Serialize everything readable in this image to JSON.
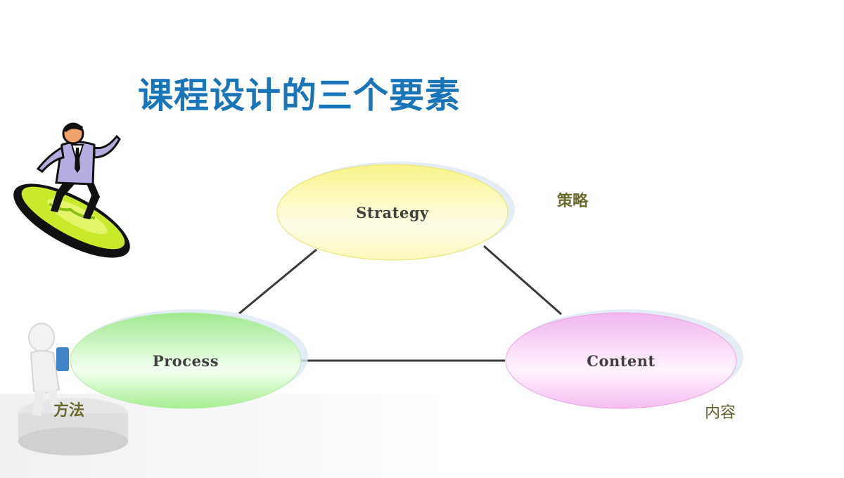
{
  "slide": {
    "title": "课程设计的三个要素"
  },
  "nodes": {
    "strategy": {
      "label": "Strategy",
      "cn": "策略",
      "color": "#f7f39a"
    },
    "process": {
      "label": "Process",
      "cn": "方法",
      "color": "#a9ee97"
    },
    "content": {
      "label": "Content",
      "cn": "内容",
      "color": "#f7b8f0"
    }
  },
  "icons": [
    "surfing-businessman-icon",
    "3d-figure-at-podium-icon"
  ]
}
